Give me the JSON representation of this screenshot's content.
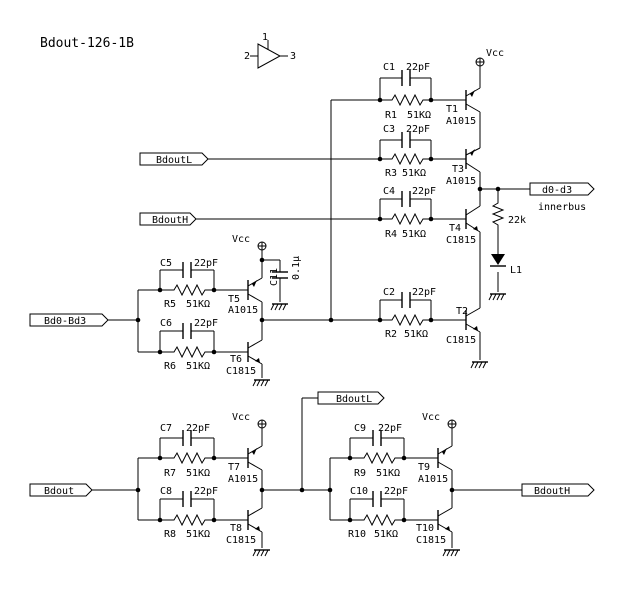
{
  "title": "Bdout-126-1B",
  "buffer_symbol": {
    "pin1": "1",
    "pin2": "2",
    "pin3": "3"
  },
  "ports": {
    "bdoutl_in": "BdoutL",
    "bdouth_in": "BdoutH",
    "bd0_bd3": "Bd0-Bd3",
    "bdout": "Bdout",
    "bdoutl_out": "BdoutL",
    "bdouth_out": "BdoutH",
    "d0_d3": "d0-d3"
  },
  "innerbus_label": "innerbus",
  "vcc_label": "Vcc",
  "transistors": {
    "T1": {
      "ref": "T1",
      "part": "A1015"
    },
    "T3": {
      "ref": "T3",
      "part": "A1015"
    },
    "T4": {
      "ref": "T4",
      "part": "C1815"
    },
    "T2": {
      "ref": "T2",
      "part": "C1815"
    },
    "T5": {
      "ref": "T5",
      "part": "A1015"
    },
    "T6": {
      "ref": "T6",
      "part": "C1815"
    },
    "T7": {
      "ref": "T7",
      "part": "A1015"
    },
    "T8": {
      "ref": "T8",
      "part": "C1815"
    },
    "T9": {
      "ref": "T9",
      "part": "A1015"
    },
    "T10": {
      "ref": "T10",
      "part": "C1815"
    }
  },
  "capacitors": {
    "C1": {
      "ref": "C1",
      "value": "22pF"
    },
    "C3": {
      "ref": "C3",
      "value": "22pF"
    },
    "C4": {
      "ref": "C4",
      "value": "22pF"
    },
    "C2": {
      "ref": "C2",
      "value": "22pF"
    },
    "C5": {
      "ref": "C5",
      "value": "22pF"
    },
    "C6": {
      "ref": "C6",
      "value": "22pF"
    },
    "C7": {
      "ref": "C7",
      "value": "22pF"
    },
    "C8": {
      "ref": "C8",
      "value": "22pF"
    },
    "C9": {
      "ref": "C9",
      "value": "22pF"
    },
    "C10": {
      "ref": "C10",
      "value": "22pF"
    },
    "C11": {
      "ref": "C11",
      "value": "0.1μ"
    }
  },
  "resistors": {
    "R1": {
      "ref": "R1",
      "value": "51KΩ"
    },
    "R3": {
      "ref": "R3",
      "value": "51KΩ"
    },
    "R4": {
      "ref": "R4",
      "value": "51KΩ"
    },
    "R2": {
      "ref": "R2",
      "value": "51KΩ"
    },
    "R5": {
      "ref": "R5",
      "value": "51KΩ"
    },
    "R6": {
      "ref": "R6",
      "value": "51KΩ"
    },
    "R7": {
      "ref": "R7",
      "value": "51KΩ"
    },
    "R8": {
      "ref": "R8",
      "value": "51KΩ"
    },
    "R9": {
      "ref": "R9",
      "value": "51KΩ"
    },
    "R10": {
      "ref": "R10",
      "value": "51KΩ"
    },
    "R22k": {
      "value": "22k"
    }
  },
  "led": {
    "ref": "L1"
  }
}
